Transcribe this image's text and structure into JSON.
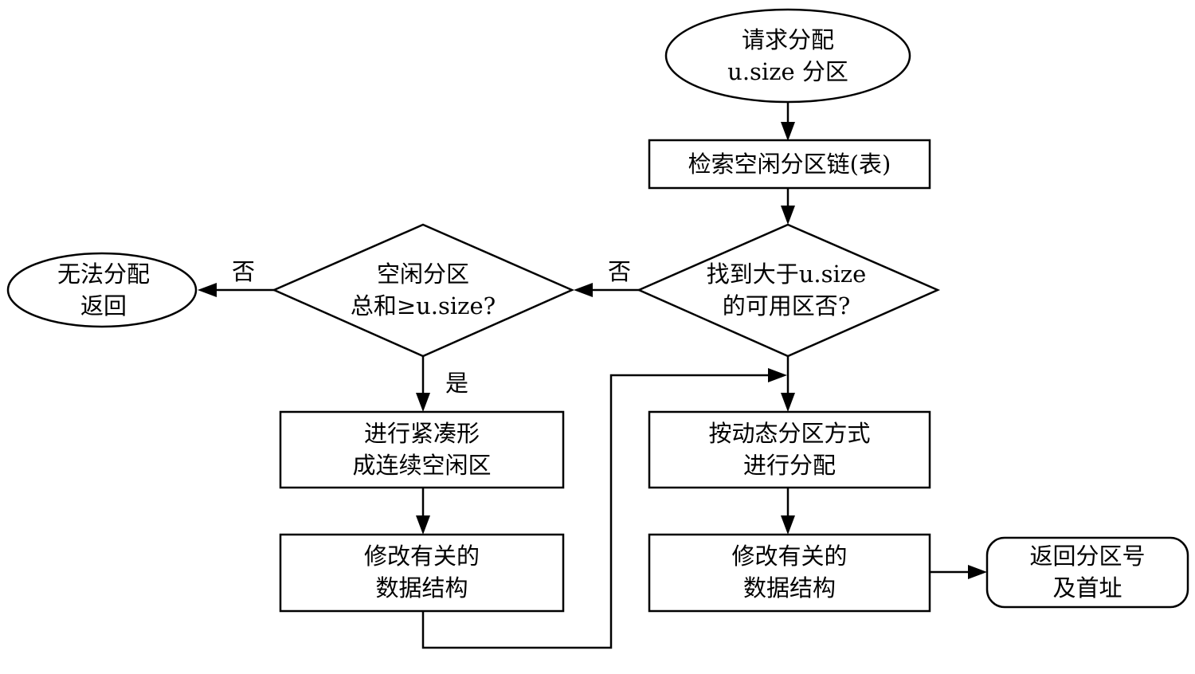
{
  "nodes": {
    "start": [
      "请求分配",
      "u.size 分区"
    ],
    "search": [
      "检索空闲分区链(表)"
    ],
    "find": [
      "找到大于u.size",
      "的可用区否?"
    ],
    "total": [
      "空闲分区",
      "总和≥u.size?"
    ],
    "fail": [
      "无法分配",
      "返回"
    ],
    "compact": [
      "进行紧凑形",
      "成连续空闲区"
    ],
    "modify_left": [
      "修改有关的",
      "数据结构"
    ],
    "allocate": [
      "按动态分区方式",
      "进行分配"
    ],
    "modify_right": [
      "修改有关的",
      "数据结构"
    ],
    "return": [
      "返回分区号",
      "及首址"
    ]
  },
  "edges": {
    "find_no": "否",
    "total_no": "否",
    "total_yes": "是"
  }
}
